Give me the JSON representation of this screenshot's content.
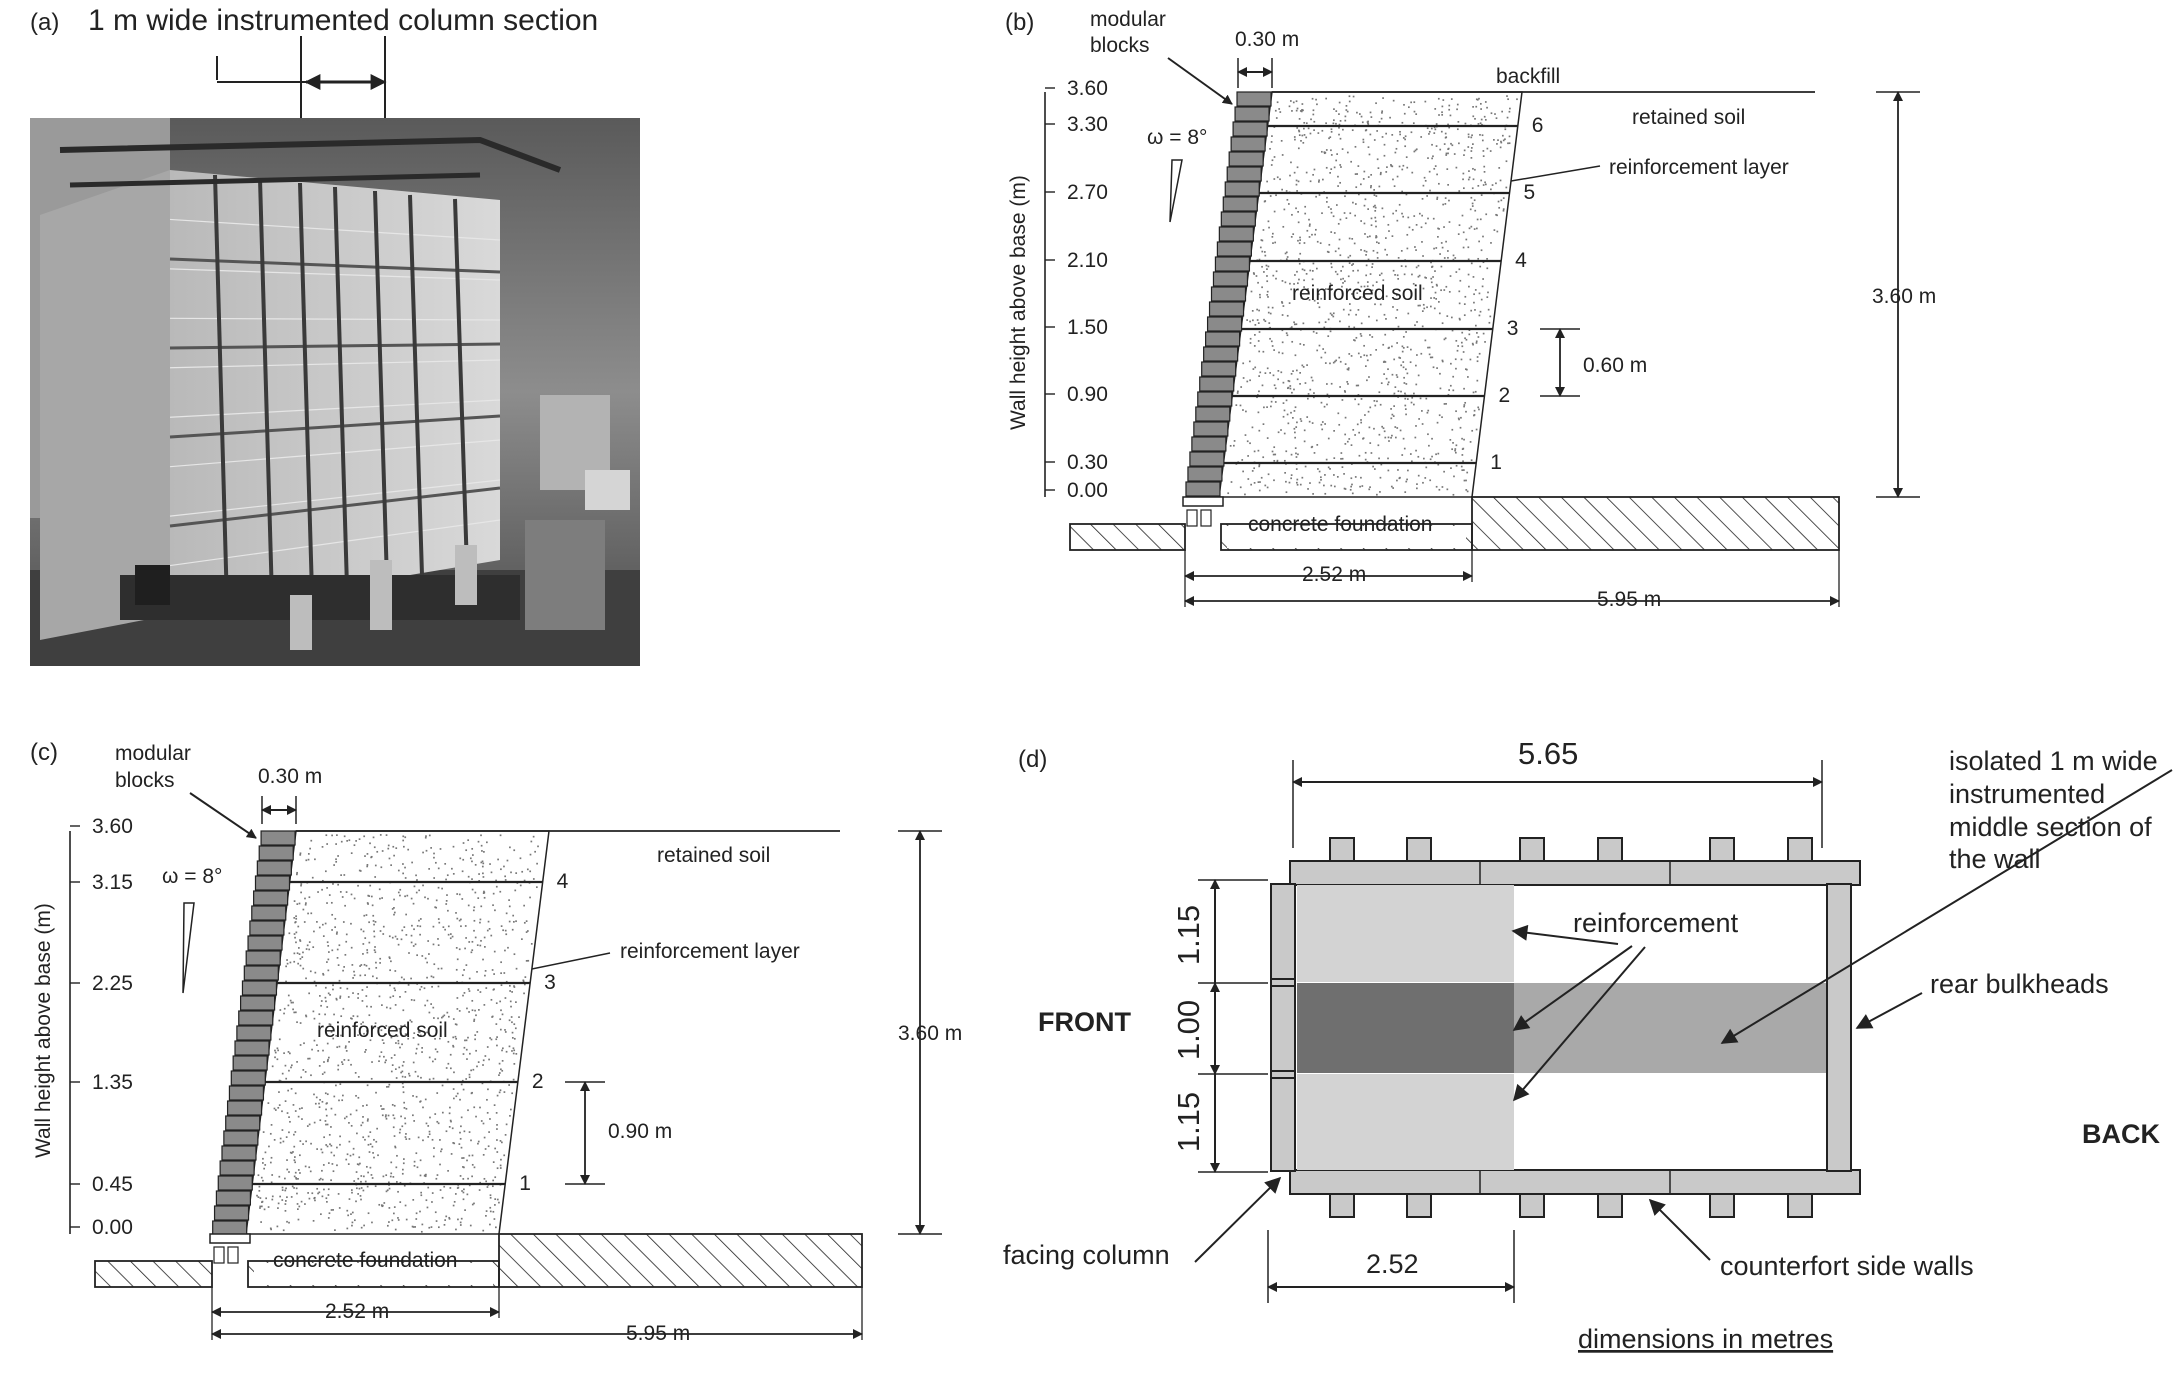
{
  "panel_a": {
    "label": "(a)",
    "title": "1 m wide instrumented column section"
  },
  "panel_b": {
    "label": "(b)",
    "modular_blocks": [
      "modular",
      "blocks"
    ],
    "block_width": "0.30 m",
    "backfill": "backfill",
    "retained_soil": "retained soil",
    "reinforcement_layer": "reinforcement layer",
    "reinforced_soil": "reinforced soil",
    "omega": "ω = 8°",
    "axis_label": "Wall height above base (m)",
    "ticks": [
      "3.60",
      "3.30",
      "2.70",
      "2.10",
      "1.50",
      "0.90",
      "0.30",
      "0.00"
    ],
    "layers": [
      "6",
      "5",
      "4",
      "3",
      "2",
      "1"
    ],
    "spacing": "0.60 m",
    "height": "3.60 m",
    "foundation": "concrete foundation",
    "length1": "2.52 m",
    "length2": "5.95 m"
  },
  "panel_c": {
    "label": "(c)",
    "modular_blocks": [
      "modular",
      "blocks"
    ],
    "block_width": "0.30 m",
    "retained_soil": "retained soil",
    "reinforcement_layer": "reinforcement layer",
    "reinforced_soil": "reinforced soil",
    "omega": "ω = 8°",
    "axis_label": "Wall height above base (m)",
    "ticks": [
      "3.60",
      "3.15",
      "2.25",
      "1.35",
      "0.45",
      "0.00"
    ],
    "layers": [
      "4",
      "3",
      "2",
      "1"
    ],
    "spacing": "0.90 m",
    "height": "3.60 m",
    "foundation": "concrete foundation",
    "length1": "2.52 m",
    "length2": "5.95 m"
  },
  "panel_d": {
    "label": "(d)",
    "top_dim": "5.65",
    "isolated": [
      "isolated 1 m wide",
      "instrumented",
      "middle section of",
      "the wall"
    ],
    "reinforcement": "reinforcement",
    "rear_bulkheads": "rear bulkheads",
    "front": "FRONT",
    "back": "BACK",
    "dims_left": [
      "1.15",
      "1.00",
      "1.15"
    ],
    "facing_column": "facing  column",
    "bottom_dim": "2.52",
    "counterfort": "counterfort side walls",
    "units": "dimensions in metres"
  },
  "colors": {
    "line": "#222222",
    "block_fill": "#8a8a8a",
    "reinforcement_dark": "#6f6f6f",
    "reinforcement_mid": "#a9a9a9",
    "reinforcement_light": "#d3d3d3",
    "wall_grey": "#c9c9c9"
  }
}
